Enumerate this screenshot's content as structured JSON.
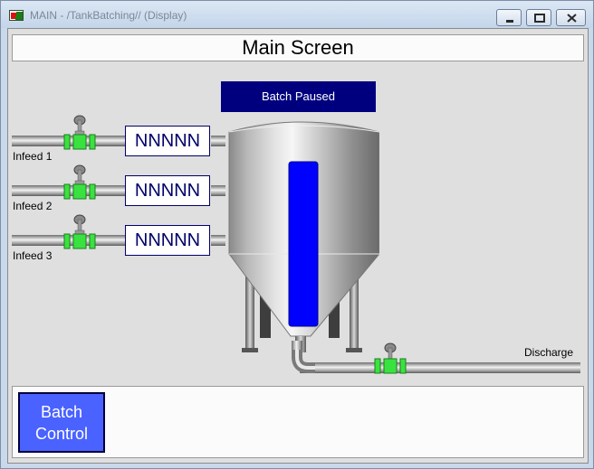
{
  "window": {
    "title": "MAIN - /TankBatching// (Display)",
    "controls": {
      "minimize": "minimize-icon",
      "restore": "restore-icon",
      "close": "close-icon"
    }
  },
  "header": {
    "title": "Main Screen"
  },
  "status": {
    "text": "Batch Paused",
    "color": "#00007f"
  },
  "infeeds": [
    {
      "label": "Infeed 1",
      "value": "NNNNN"
    },
    {
      "label": "Infeed 2",
      "value": "NNNNN"
    },
    {
      "label": "Infeed 3",
      "value": "NNNNN"
    }
  ],
  "discharge": {
    "label": "Discharge"
  },
  "tank": {
    "level_color": "#0000ff"
  },
  "controls": {
    "batch_control_line1": "Batch",
    "batch_control_line2": "Control",
    "accent": "#4a62ff"
  },
  "colors": {
    "valve_fitting": "#39e33f",
    "panel_bg": "#dfdfdf"
  }
}
